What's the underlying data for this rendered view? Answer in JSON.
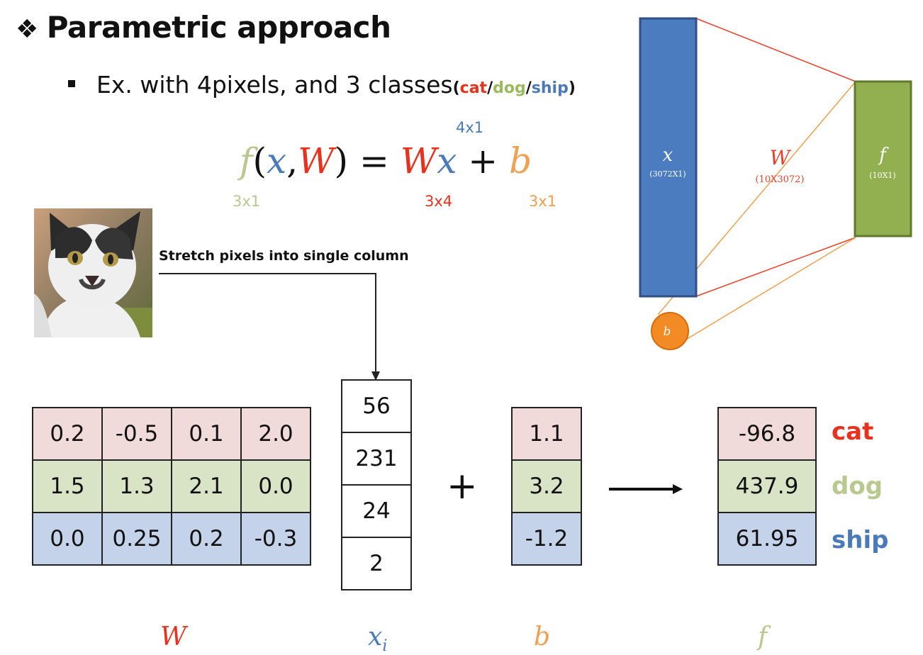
{
  "title": "Parametric approach",
  "bullet": {
    "main": "Ex. with 4pixels, and 3 classes",
    "open_paren": "(",
    "cat": "cat",
    "slash1": "/",
    "dog": "dog",
    "slash2": "/",
    "ship": "ship",
    "close_paren": ")"
  },
  "formula": {
    "f": "f",
    "open": "(",
    "x": "x",
    "comma": ",",
    "W": "W",
    "close": ")",
    "eq": "=",
    "W2": "W",
    "x2": "x",
    "plus": "+",
    "b": "b",
    "dim_x": "4x1",
    "dim_f": "3x1",
    "dim_W": "3x4",
    "dim_b": "3x1"
  },
  "stretch_label": "Stretch pixels into single column",
  "W_matrix": [
    [
      "0.2",
      "-0.5",
      "0.1",
      "2.0"
    ],
    [
      "1.5",
      "1.3",
      "2.1",
      "0.0"
    ],
    [
      "0.0",
      "0.25",
      "0.2",
      "-0.3"
    ]
  ],
  "x_vector": [
    "56",
    "231",
    "24",
    "2"
  ],
  "b_vector": [
    "1.1",
    "3.2",
    "-1.2"
  ],
  "f_vector": [
    "-96.8",
    "437.9",
    "61.95"
  ],
  "classes": [
    "cat",
    "dog",
    "ship"
  ],
  "plus_sign": "+",
  "bottom_labels": {
    "W": "W",
    "x": "x",
    "x_sub": "i",
    "b": "b",
    "f": "f"
  },
  "network": {
    "x_label": "x",
    "x_dim": "(3072X1)",
    "W_label": "W",
    "W_dim": "(10X3072)",
    "f_label": "f",
    "f_dim": "(10X1)",
    "b_label": "b"
  },
  "colors": {
    "red": "#e8321e",
    "green": "#9aba5c",
    "blue": "#4a7ab8",
    "orange": "#f0a050",
    "row_red": "#f1dada",
    "row_green": "#d9e3c6",
    "row_blue": "#c4d3e9",
    "x_box": "#4b7cc0",
    "f_box": "#93b050",
    "b_circle": "#f28b23"
  }
}
